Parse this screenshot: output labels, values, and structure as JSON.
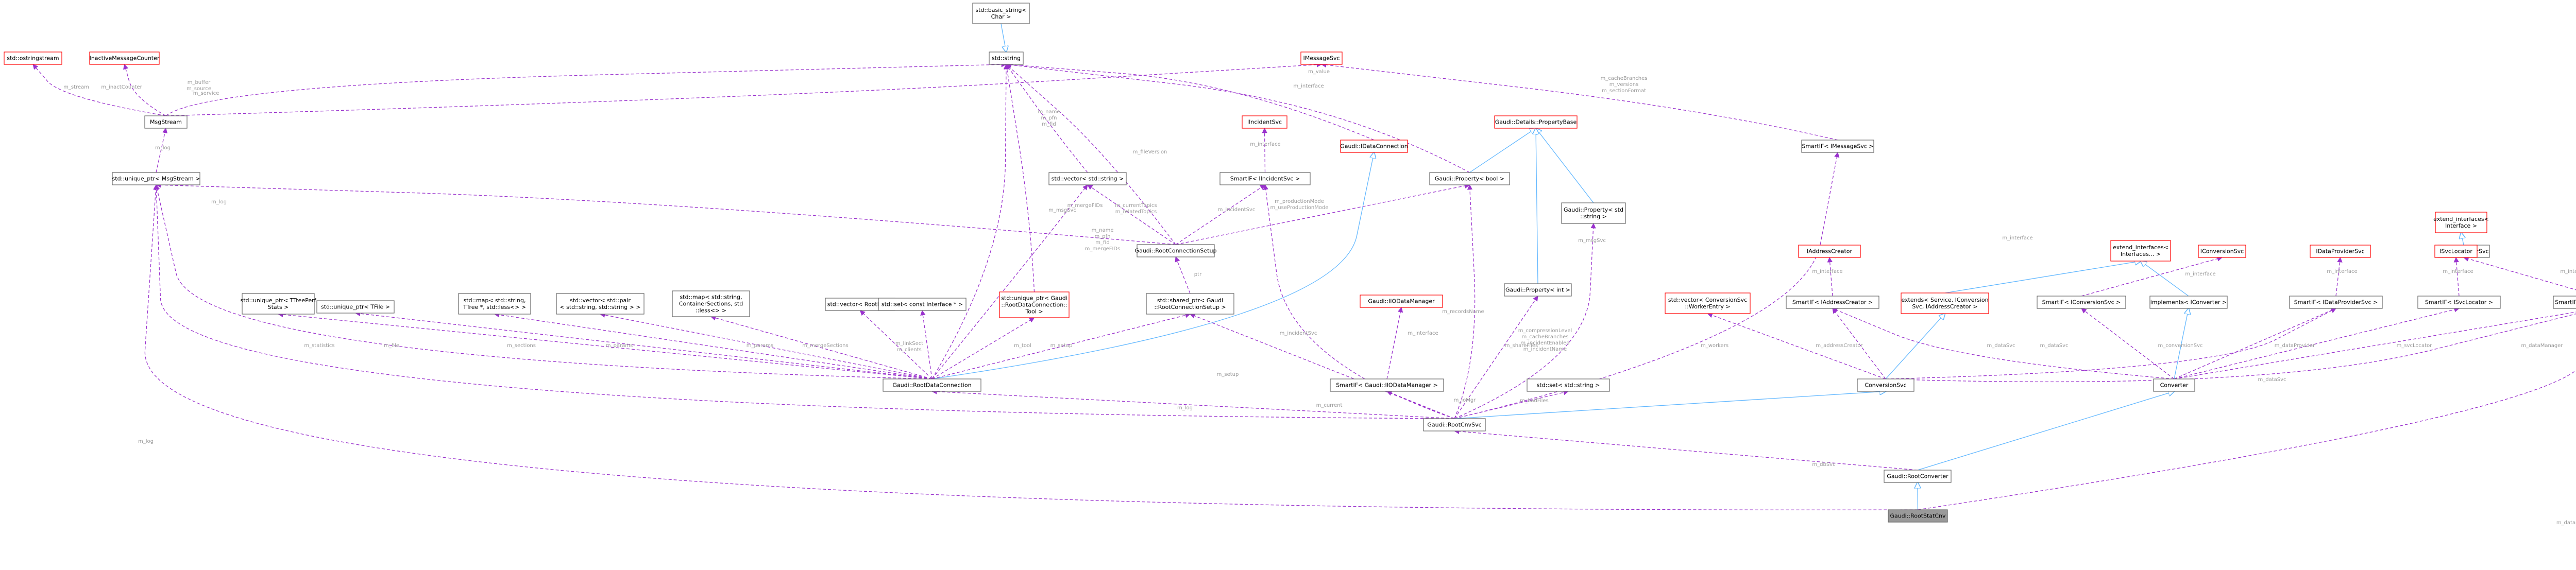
{
  "diagram": {
    "colors": {
      "node_border": "#666666",
      "node_border_red": "#ff0000",
      "node_fill": "#ffffff",
      "highlight_fill": "#999999",
      "inherit_edge": "#63b8ff",
      "member_edge": "#9a32cd",
      "label": "#9a9a9a"
    },
    "nodes": [
      {
        "id": "basic_string",
        "lines": [
          "std::basic_string<",
          "Char >"
        ],
        "style": "normal"
      },
      {
        "id": "ostringstream",
        "lines": [
          "std::ostringstream"
        ],
        "style": "red"
      },
      {
        "id": "inactive_counter",
        "lines": [
          "InactiveMessageCounter"
        ],
        "style": "red"
      },
      {
        "id": "string",
        "lines": [
          "std::string"
        ],
        "style": "normal"
      },
      {
        "id": "imessagesvc",
        "lines": [
          "IMessageSvc"
        ],
        "style": "red"
      },
      {
        "id": "msgstream",
        "lines": [
          "MsgStream"
        ],
        "style": "normal"
      },
      {
        "id": "iincidentsvc",
        "lines": [
          "IIncidentSvc"
        ],
        "style": "red"
      },
      {
        "id": "idataconnection",
        "lines": [
          "Gaudi::IDataConnection"
        ],
        "style": "red"
      },
      {
        "id": "propertybase",
        "lines": [
          "Gaudi::Details::PropertyBase"
        ],
        "style": "red"
      },
      {
        "id": "smartif_imsg",
        "lines": [
          "SmartIF< IMessageSvc >"
        ],
        "style": "normal"
      },
      {
        "id": "extend_interfaces_top",
        "lines": [
          "extend_interfaces<",
          "Interface >"
        ],
        "style": "red"
      },
      {
        "id": "uptr_msgstream",
        "lines": [
          "std::unique_ptr< MsgStream >"
        ],
        "style": "normal"
      },
      {
        "id": "vector_string",
        "lines": [
          "std::vector< std::string >"
        ],
        "style": "normal"
      },
      {
        "id": "smartif_incident",
        "lines": [
          "SmartIF< IIncidentSvc >"
        ],
        "style": "normal"
      },
      {
        "id": "property_bool",
        "lines": [
          "Gaudi::Property< bool >"
        ],
        "style": "normal"
      },
      {
        "id": "property_string",
        "lines": [
          "Gaudi::Property< std",
          "::string >"
        ],
        "style": "normal"
      },
      {
        "id": "idatamanagersvc",
        "lines": [
          "IDataManagerSvc"
        ],
        "style": "normal"
      },
      {
        "id": "extend_interfaces_mid",
        "lines": [
          "extend_interfaces<",
          "Interfaces... >"
        ],
        "style": "red"
      },
      {
        "id": "iconversionsvc",
        "lines": [
          "IConversionSvc"
        ],
        "style": "red"
      },
      {
        "id": "idataprovidersvc",
        "lines": [
          "IDataProviderSvc"
        ],
        "style": "red"
      },
      {
        "id": "isvclocator",
        "lines": [
          "ISvcLocator"
        ],
        "style": "red"
      },
      {
        "id": "iaddresscreator",
        "lines": [
          "IAddressCreator"
        ],
        "style": "red"
      },
      {
        "id": "rootconnectionsetup",
        "lines": [
          "Gaudi::RootConnectionSetup"
        ],
        "style": "normal"
      },
      {
        "id": "property_int",
        "lines": [
          "Gaudi::Property< int >"
        ],
        "style": "normal"
      },
      {
        "id": "uptr_tfile",
        "lines": [
          "std::unique_ptr< TFile >"
        ],
        "style": "normal"
      },
      {
        "id": "uptr_tperf",
        "lines": [
          "std::unique_ptr< TTreePerf",
          "Stats >"
        ],
        "style": "normal"
      },
      {
        "id": "map_ttree",
        "lines": [
          "std::map< std::string,",
          "TTree *, std::less<> >"
        ],
        "style": "normal"
      },
      {
        "id": "vector_pair",
        "lines": [
          "std::vector< std::pair",
          "< std::string, std::string > >"
        ],
        "style": "normal"
      },
      {
        "id": "map_container",
        "lines": [
          "std::map< std::string,",
          "ContainerSections, std",
          "::less<> >"
        ],
        "style": "normal"
      },
      {
        "id": "vector_rootref",
        "lines": [
          "std::vector< RootRef >"
        ],
        "style": "normal"
      },
      {
        "id": "set_interface",
        "lines": [
          "std::set< const Interface * >"
        ],
        "style": "normal"
      },
      {
        "id": "uptr_tool",
        "lines": [
          "std::unique_ptr< Gaudi",
          "::RootDataConnection::",
          "Tool >"
        ],
        "style": "red"
      },
      {
        "id": "shared_ptr_setup",
        "lines": [
          "std::shared_ptr< Gaudi",
          "::RootConnectionSetup >"
        ],
        "style": "normal"
      },
      {
        "id": "iiodatamanager",
        "lines": [
          "Gaudi::IIODataManager"
        ],
        "style": "red"
      },
      {
        "id": "vector_convsvc",
        "lines": [
          "std::vector< ConversionSvc",
          "::WorkerEntry >"
        ],
        "style": "red"
      },
      {
        "id": "smartif_addr",
        "lines": [
          "SmartIF< IAddressCreator >"
        ],
        "style": "normal"
      },
      {
        "id": "extends_service",
        "lines": [
          "extends< Service, IConversion",
          "Svc, IAddressCreator >"
        ],
        "style": "red"
      },
      {
        "id": "smartif_conv",
        "lines": [
          "SmartIF< IConversionSvc >"
        ],
        "style": "normal"
      },
      {
        "id": "implements_iconverter",
        "lines": [
          "implements< IConverter >"
        ],
        "style": "normal"
      },
      {
        "id": "smartif_dataprov",
        "lines": [
          "SmartIF< IDataProviderSvc >"
        ],
        "style": "normal"
      },
      {
        "id": "smartif_svcloc",
        "lines": [
          "SmartIF< ISvcLocator >"
        ],
        "style": "normal"
      },
      {
        "id": "smartif_datamgr",
        "lines": [
          "SmartIF< IDataManagerSvc >"
        ],
        "style": "normal"
      },
      {
        "id": "rootdataconnection",
        "lines": [
          "Gaudi::RootDataConnection"
        ],
        "style": "normal"
      },
      {
        "id": "smartif_iiodm",
        "lines": [
          "SmartIF< Gaudi::IIODataManager >"
        ],
        "style": "normal"
      },
      {
        "id": "set_string",
        "lines": [
          "std::set< std::string >"
        ],
        "style": "normal"
      },
      {
        "id": "conversionsvc",
        "lines": [
          "ConversionSvc"
        ],
        "style": "normal"
      },
      {
        "id": "converter",
        "lines": [
          "Converter"
        ],
        "style": "normal"
      },
      {
        "id": "rootcnvsvc",
        "lines": [
          "Gaudi::RootCnvSvc"
        ],
        "style": "normal"
      },
      {
        "id": "rootconverter",
        "lines": [
          "Gaudi::RootConverter"
        ],
        "style": "normal"
      },
      {
        "id": "rootstatcnv",
        "lines": [
          "Gaudi::RootStatCnv"
        ],
        "style": "highlight"
      }
    ],
    "edge_labels": [
      {
        "id": "ostr_msg",
        "lines": [
          "m_stream"
        ]
      },
      {
        "id": "cnt_msg",
        "lines": [
          "m_inactCounter"
        ]
      },
      {
        "id": "msg_str",
        "lines": [
          "m_buffer",
          "m_source"
        ]
      },
      {
        "id": "msg_imsg",
        "lines": [
          "m_service"
        ]
      },
      {
        "id": "msg_uptr",
        "lines": [
          "m_log"
        ]
      },
      {
        "id": "inc_sm",
        "lines": [
          "m_interface"
        ]
      },
      {
        "id": "str_vec",
        "lines": [
          "m_name",
          "m_pfn",
          "m_fid"
        ]
      },
      {
        "id": "imsg_sm",
        "lines": [
          "m_interface"
        ]
      },
      {
        "id": "str_prop",
        "lines": [
          "m_value"
        ]
      },
      {
        "id": "str_setup",
        "lines": [
          "m_fileVersion"
        ]
      },
      {
        "id": "uptr_setup",
        "lines": [
          "m_msgSvc"
        ]
      },
      {
        "id": "vec_setup",
        "lines": [
          "m_currentTopics",
          "m_relatedTopics"
        ]
      },
      {
        "id": "inc_setup",
        "lines": [
          "m_incidentSvc"
        ]
      },
      {
        "id": "bool_setup",
        "lines": [
          "m_productionMode",
          "m_useProductionMode"
        ]
      },
      {
        "id": "str_conn",
        "lines": [
          "m_name",
          "m_pfn",
          "m_fid",
          "m_mergeFIDs"
        ]
      },
      {
        "id": "prop_cnv",
        "lines": [
          "m_cacheBranches",
          "m_versions",
          "m_sectionFormat"
        ]
      },
      {
        "id": "ext_conv",
        "lines": [
          "m_interface"
        ]
      },
      {
        "id": "iconv_sm",
        "lines": [
          "m_interface"
        ]
      },
      {
        "id": "prov_sm",
        "lines": [
          "m_interface"
        ]
      },
      {
        "id": "loc_sm",
        "lines": [
          "m_interface"
        ]
      },
      {
        "id": "mgr_sm",
        "lines": [
          "m_interface"
        ]
      },
      {
        "id": "addr_sm",
        "lines": [
          "m_interface"
        ]
      },
      {
        "id": "vec_conn",
        "lines": [
          "m_mergeFIDs"
        ]
      },
      {
        "id": "uptr_conn",
        "lines": [
          "m_log"
        ]
      },
      {
        "id": "tperf_conn",
        "lines": [
          "m_statistics"
        ]
      },
      {
        "id": "tfile_conn",
        "lines": [
          "m_file"
        ]
      },
      {
        "id": "ttree_conn",
        "lines": [
          "m_sections"
        ]
      },
      {
        "id": "pair_conn",
        "lines": [
          "m_params"
        ]
      },
      {
        "id": "cont_conn",
        "lines": [
          "m_params"
        ]
      },
      {
        "id": "ref_conn",
        "lines": [
          "m_mergeSections"
        ]
      },
      {
        "id": "set_conn",
        "lines": [
          "m_linkSect",
          "m_clients"
        ]
      },
      {
        "id": "tool_conn",
        "lines": [
          "m_tool"
        ]
      },
      {
        "id": "sp_conn",
        "lines": [
          "m_setup"
        ]
      },
      {
        "id": "setup_sp",
        "lines": [
          "ptr"
        ]
      },
      {
        "id": "sp_cnv",
        "lines": [
          "m_setup"
        ]
      },
      {
        "id": "inc_cnv",
        "lines": [
          "m_incidentSvc"
        ]
      },
      {
        "id": "iiodm_sm",
        "lines": [
          "m_interface"
        ]
      },
      {
        "id": "int_cnv",
        "lines": [
          "m_shareFiles"
        ]
      },
      {
        "id": "bool_cnv",
        "lines": [
          "m_recordsName"
        ]
      },
      {
        "id": "cnvprops",
        "lines": [
          "m_compressionLevel",
          "m_cacheBranches",
          "m_incidentEnabled",
          "m_incidentName"
        ]
      },
      {
        "id": "iiodm_cnv",
        "lines": [
          "m_ioMgr"
        ]
      },
      {
        "id": "set_cnv",
        "lines": [
          "m_badFiles"
        ]
      },
      {
        "id": "conn_cnv",
        "lines": [
          "m_current"
        ]
      },
      {
        "id": "uptr_cnv",
        "lines": [
          "m_log"
        ]
      },
      {
        "id": "msg_cnv",
        "lines": [
          "m_msgSvc"
        ]
      },
      {
        "id": "workers",
        "lines": [
          "m_workers"
        ]
      },
      {
        "id": "addrc",
        "lines": [
          "m_addressCreator"
        ]
      },
      {
        "id": "cs_dp",
        "lines": [
          "m_dataSvc"
        ]
      },
      {
        "id": "cv_conv",
        "lines": [
          "m_conversionSvc"
        ]
      },
      {
        "id": "cv_dp",
        "lines": [
          "m_dataProvider"
        ]
      },
      {
        "id": "cv_loc",
        "lines": [
          "m_svcLocator"
        ]
      },
      {
        "id": "cv_mgr",
        "lines": [
          "m_dataManager"
        ]
      },
      {
        "id": "cv_dp2",
        "lines": [
          "m_dataSvc"
        ]
      },
      {
        "id": "cs_dm",
        "lines": [
          "m_dataSvc"
        ]
      },
      {
        "id": "rc_cnv",
        "lines": [
          "m_dbSvc"
        ]
      },
      {
        "id": "stat_dm",
        "lines": [
          "m_dataMgr"
        ]
      },
      {
        "id": "stat_log",
        "lines": [
          "m_log"
        ]
      }
    ]
  }
}
